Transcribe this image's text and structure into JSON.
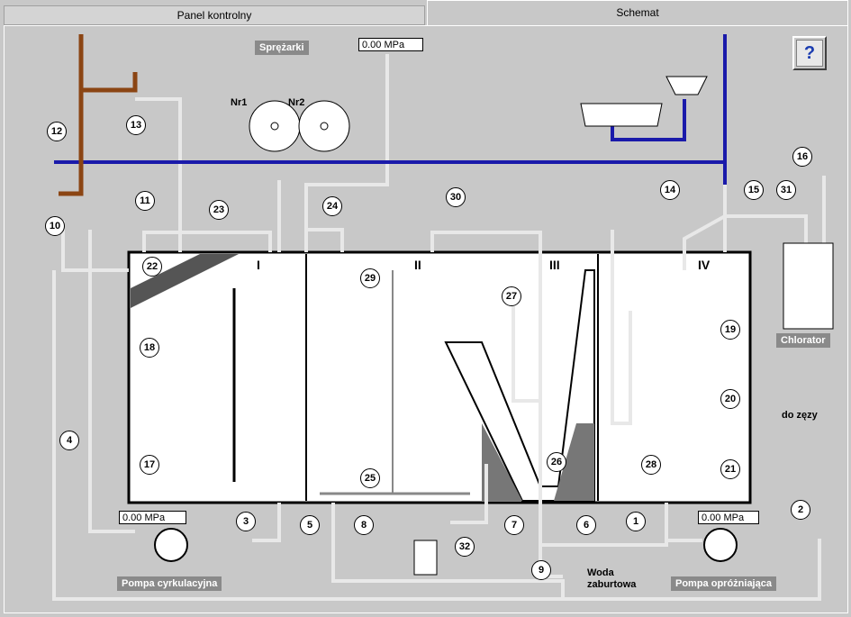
{
  "tabs": [
    {
      "label": "Panel kontrolny"
    },
    {
      "label": "Schemat"
    }
  ],
  "help_label": "?",
  "compressors": {
    "label": "Sprężarki",
    "nr1": "Nr1",
    "nr2": "Nr2",
    "pressure": "0.00 MPa"
  },
  "pumps": {
    "circulation": {
      "label": "Pompa cyrkulacyjna",
      "pressure": "0.00 MPa"
    },
    "drain": {
      "label": "Pompa opróżniająca",
      "pressure": "0.00 MPa"
    }
  },
  "chamber_labels": [
    "I",
    "II",
    "III",
    "IV"
  ],
  "chlorator_label": "Chlorator",
  "to_bilge_label": "do zęzy",
  "sea_water_label": [
    "Woda",
    "zaburtowa"
  ],
  "numbers": [
    "1",
    "2",
    "3",
    "4",
    "5",
    "6",
    "7",
    "8",
    "9",
    "10",
    "11",
    "12",
    "13",
    "14",
    "15",
    "16",
    "17",
    "18",
    "19",
    "20",
    "21",
    "22",
    "23",
    "24",
    "25",
    "26",
    "27",
    "28",
    "29",
    "30",
    "31",
    "32"
  ],
  "colors": {
    "water_line": "#1a1aaa",
    "sewage_line": "#8b4513",
    "pipe": "#e8e8e8",
    "label_bg": "#8a8a8a"
  }
}
